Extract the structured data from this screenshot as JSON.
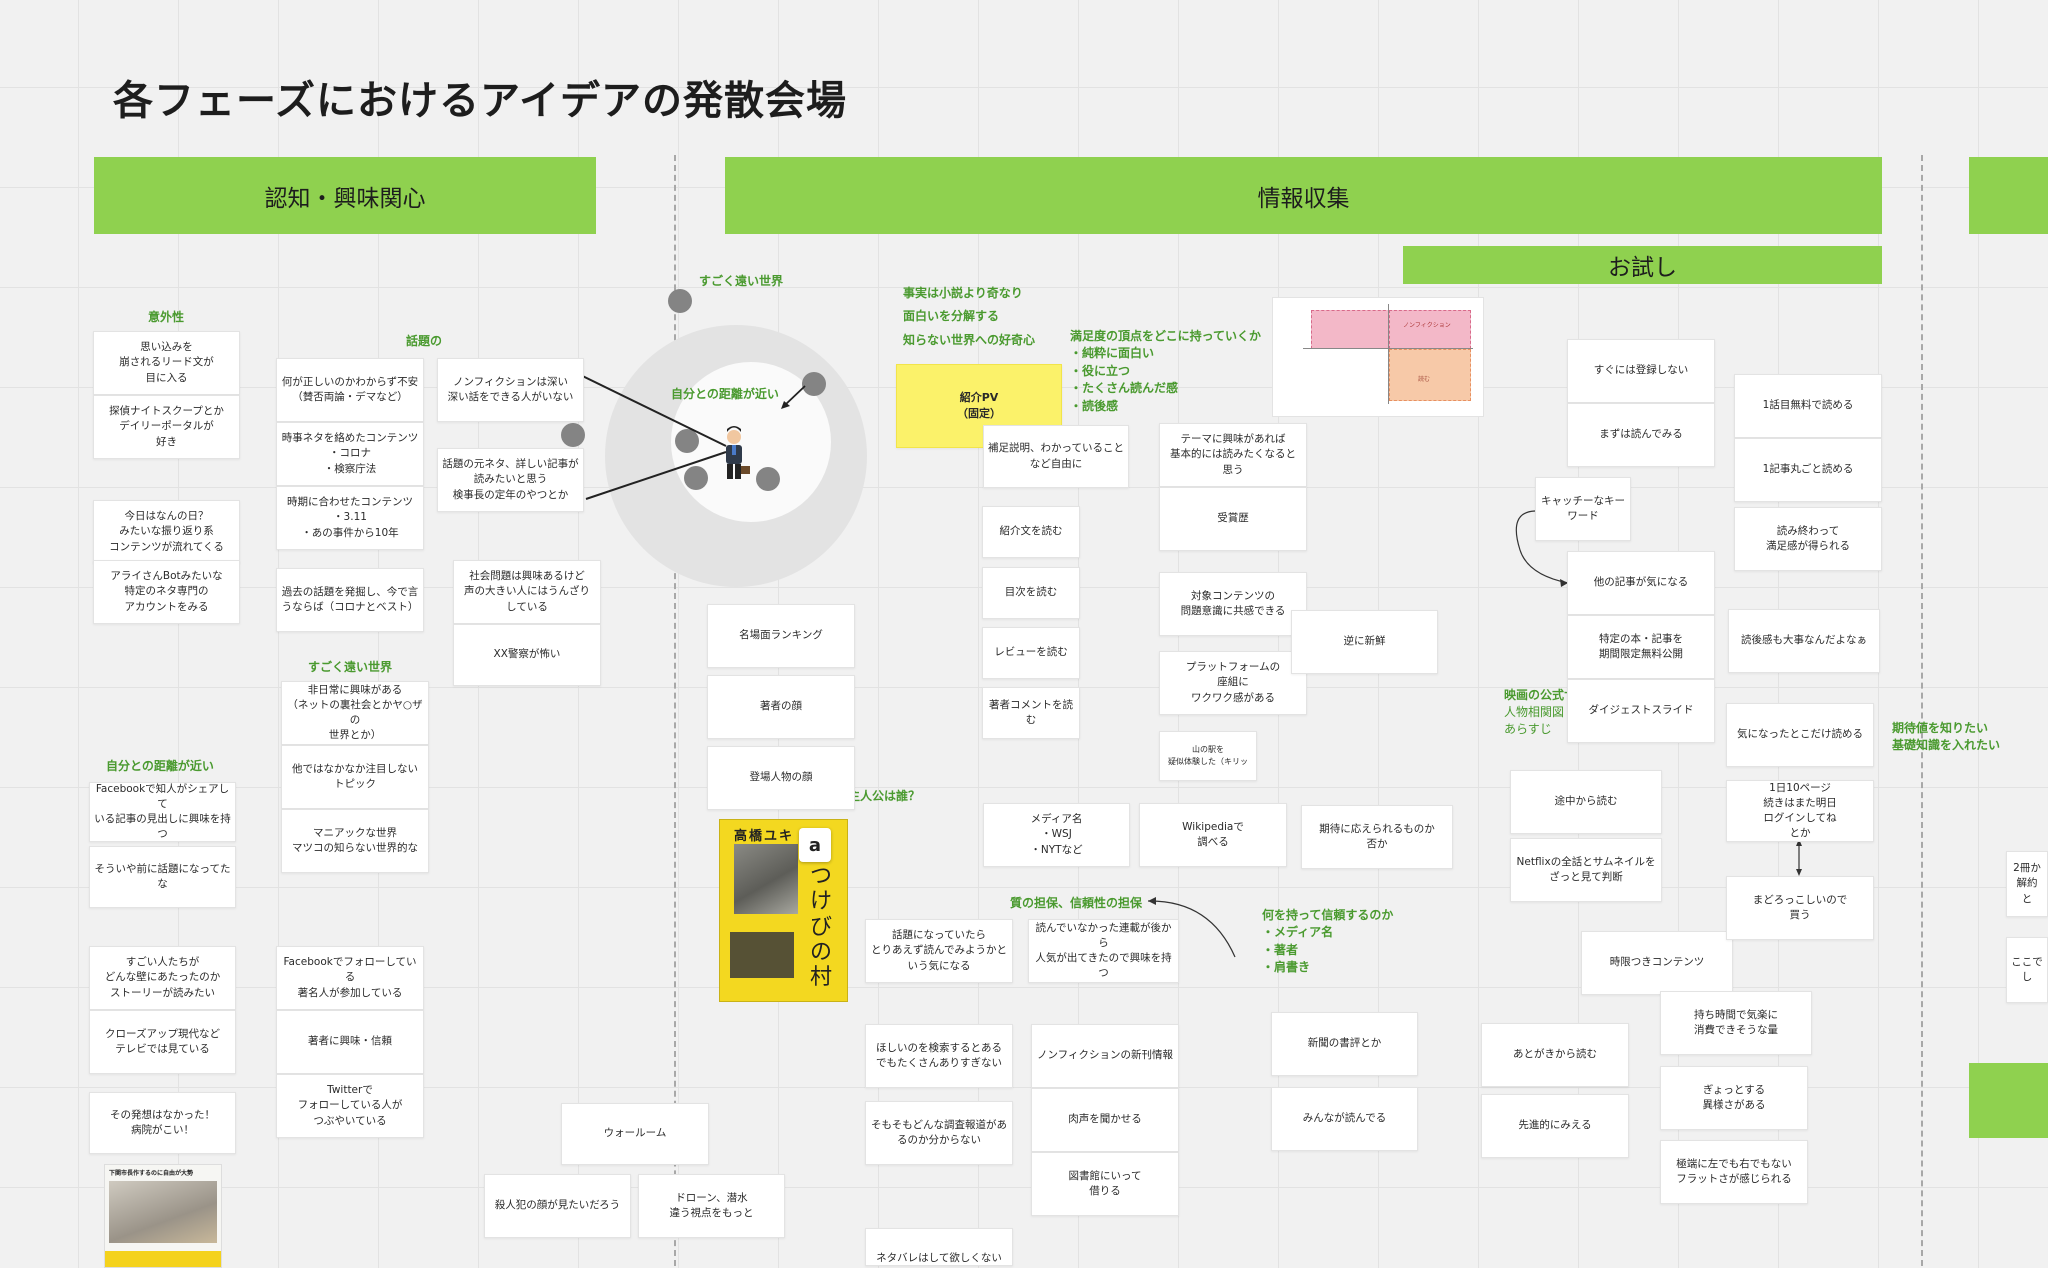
{
  "page": {
    "title": "各フェーズにおけるアイデアの発散会場"
  },
  "phases": {
    "awareness": "認知・興味関心",
    "info": "情報収集",
    "trial": "お試し"
  },
  "labels": {
    "surprise": "意外性",
    "topical": "話題の",
    "far_world_top": "すごく遠い世界",
    "near_self_center": "自分との距離が近い",
    "far_world_left": "すごく遠い世界",
    "near_self_left": "自分との距離が近い",
    "fact_fiction": "事実は小説より奇なり\n面白いを分解する\n知らない世界への好奇心",
    "satisfaction": "満足度の頂点をどこに持っていくか\n・純粋に面白い\n・役に立つ\n・たくさん読んだ感\n・読後感",
    "protagonist": "主人公は誰？",
    "trust": "質の担保、信頼性の担保",
    "trust_by": "何を持って信頼するのか\n・メディア名\n・著者\n・肩書き",
    "movie_site": "映画の公式サイト",
    "movie_sub": "人物相関図\nあらすじ",
    "expectation": "期待値を知りたい\n基礎知識を入れたい"
  },
  "stickies": {
    "s1": "思い込みを\n崩されるリード文が\n目に入る",
    "s2": "探偵ナイトスクープとか\nデイリーポータルが\n好き",
    "s3": "今日はなんの日？\nみたいな振り返り系\nコンテンツが流れてくる",
    "s4": "アライさんBotみたいな\n特定のネタ専門の\nアカウントをみる",
    "s5": "Facebookで知人がシェアして\nいる記事の見出しに興味を持\nつ",
    "s6": "そういや前に話題になってた\nな",
    "s7": "すごい人たちが\nどんな壁にあたったのか\nストーリーが読みたい",
    "s8": "クローズアップ現代など\nテレビでは見ている",
    "s9": "その発想はなかった！\n病院がこい！",
    "t1": "何が正しいのかわからず不安\n（賛否両論・デマなど）",
    "t2": "時事ネタを絡めたコンテンツ\n・コロナ\n・検察庁法",
    "t3": "時期に合わせたコンテンツ\n・3.11\n・あの事件から10年",
    "t4": "過去の話題を発掘し、今で言\nうならば（コロナとベスト）",
    "t5": "非日常に興味がある\n（ネットの裏社会とかヤ○ザの\n世界とか）",
    "t6": "他ではなかなか注目しない\nトピック",
    "t7": "マニアックな世界\nマツコの知らない世界的な",
    "t8": "Facebookでフォローしている\n著名人が参加している",
    "t9": "著者に興味・信頼",
    "t10": "Twitterで\nフォローしている人が\nつぶやいている",
    "u1": "ノンフィクションは深い\n深い話をできる人がいない",
    "u2": "話題の元ネタ、詳しい記事が\n読みたいと思う\n検事長の定年のやつとか",
    "u3": "社会問題は興味あるけど\n声の大きい人にはうんざり\nしている",
    "u4": "XX警察が怖い",
    "w1": "ウォールーム",
    "w2": "殺人犯の顔が見たいだろう",
    "w3": "ドローン、潜水\n違う視点をもっと",
    "m1": "名場面ランキング",
    "m2": "著者の顔",
    "m3": "登場人物の顔",
    "y1": "紹介PV\n（固定）",
    "i1": "補足説明、わかっていること\nなど自由に",
    "i2": "紹介文を読む",
    "i3": "目次を読む",
    "i4": "レビューを読む",
    "i5": "著者コメントを読む",
    "i6": "メディア名\n・WSJ\n・NYTなど",
    "i7": "Wikipediaで\n調べる",
    "i8": "期待に応えられるものか\n否か",
    "j1": "テーマに興味があれば\n基本的には読みたくなると\n思う",
    "j2": "受賞歴",
    "j3": "対象コンテンツの\n問題意識に共感できる",
    "j4": "プラットフォームの\n座組に\nワクワク感がある",
    "j5": "山の駅を\n疑似体験した（キリッ",
    "j6": "逆に新鮮",
    "k1": "話題になっていたら\nとりあえず読んでみようかと\nいう気になる",
    "k2": "読んでいなかった連載が後から\n人気が出てきたので興味を持つ",
    "k3": "ほしいのを検索するとある\nでもたくさんありすぎない",
    "k4": "そもそもどんな調査報道があ\nるのか分からない",
    "k5": "ネタバレはして欲しくない",
    "n1": "ノンフィクションの新刊情報",
    "n2": "肉声を聞かせる",
    "n3": "図書館にいって\n借りる",
    "n4": "新聞の書評とか",
    "n5": "みんなが読んでる",
    "p1": "すぐには登録しない",
    "p2": "まずは読んでみる",
    "p3": "キャッチーなキー\nワード",
    "p4": "他の記事が気になる",
    "p5": "特定の本・記事を\n期間限定無料公開",
    "p6": "ダイジェストスライド",
    "p7": "途中から読む",
    "p8": "Netflixの全話とサムネイルを\nざっと見て判断",
    "p9": "時限つきコンテンツ",
    "p10": "あとがきから読む",
    "p11": "先進的にみえる",
    "q1": "1話目無料で読める",
    "q2": "1記事丸ごと読める",
    "q3": "読み終わって\n満足感が得られる",
    "q4": "読後感も大事なんだよなぁ",
    "q5": "気になったとこだけ読める",
    "q6": "1日10ページ\n続きはまた明日\nログインしてね\nとか",
    "q7": "まどろっこしいので\n買う",
    "q8": "持ち時間で気楽に\n消費できそうな量",
    "q9": "ぎょっとする\n異様さがある",
    "q10": "極端に左でも右でもない\nフラットさが感じられる",
    "r1": "2冊か\n解約\nと",
    "r2": "ここでし"
  },
  "thumbs": {
    "article_title": "下関市長作するのに自由が大勢",
    "book_author": "高橋ユキ",
    "book_title": "つけびの村",
    "amazon": "a",
    "matrix_labels": [
      "ノンフィクション",
      "読む"
    ]
  },
  "colors": {
    "band": "#8fd14f",
    "label_green": "#4a9a2f",
    "sticky_yellow": "#fbf26a"
  }
}
